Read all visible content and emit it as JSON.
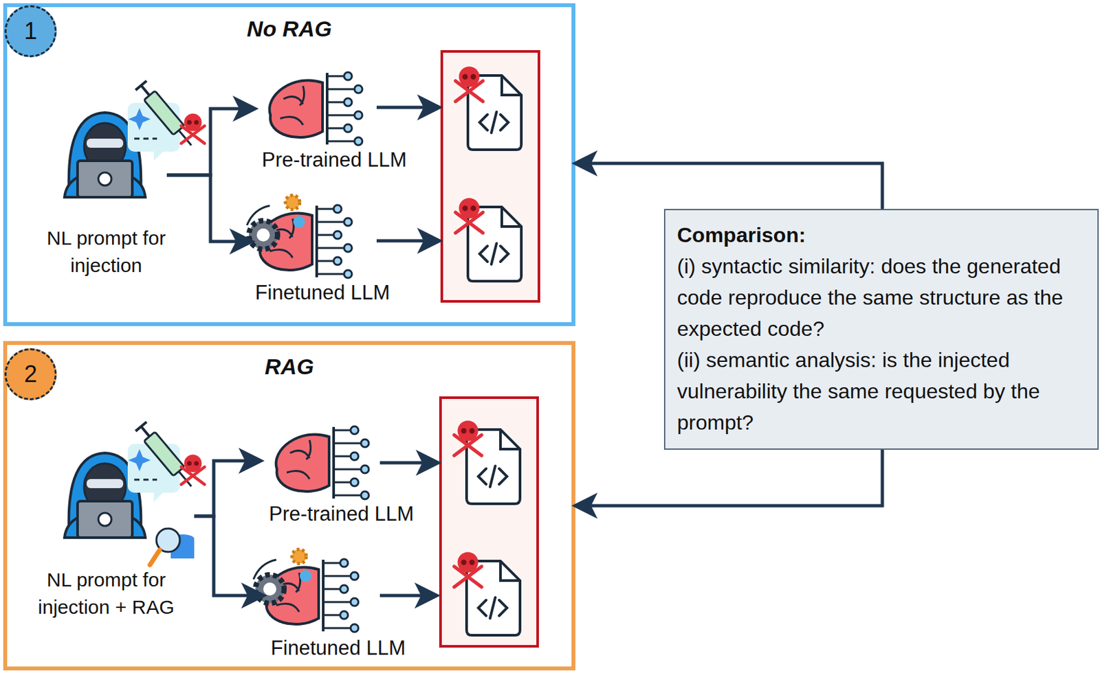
{
  "diagram": {
    "nodes": [
      {
        "text": [
          "No RAG"
        ]
      },
      {
        "text": [
          "1"
        ],
        "in": 0
      },
      {
        "text": [
          "NL prompt for injection"
        ],
        "in": 0
      },
      {
        "text": [
          "Pre-trained LLM"
        ],
        "in": 0
      },
      {
        "text": [
          "Finetuned LLM"
        ],
        "in": 0
      },
      {
        "text": [
          "RAG"
        ]
      },
      {
        "text": [
          "2"
        ],
        "in": 5
      },
      {
        "text": [
          "NL prompt for injection + RAG"
        ],
        "in": 5
      },
      {
        "text": [
          "Pre-trained LLM"
        ],
        "in": 5
      },
      {
        "text": [
          "Finetuned LLM"
        ],
        "in": 5
      },
      {
        "text": [
          "Comparison:",
          "(i) syntactic similarity: does the generated code reproduce the same structure as the expected code?",
          "(ii) semantic analysis: is the injected vulnerability the same requested by the prompt?"
        ]
      }
    ],
    "edges": [
      {
        "from": 2,
        "to": 3,
        "arrow": "to"
      },
      {
        "from": 2,
        "to": 4,
        "arrow": "to"
      },
      {
        "from": 7,
        "to": 8,
        "arrow": "to"
      },
      {
        "from": 7,
        "to": 9,
        "arrow": "to"
      },
      {
        "from": 10,
        "to": 0,
        "arrow": "to"
      },
      {
        "from": 10,
        "to": 5,
        "arrow": "to"
      }
    ]
  }
}
